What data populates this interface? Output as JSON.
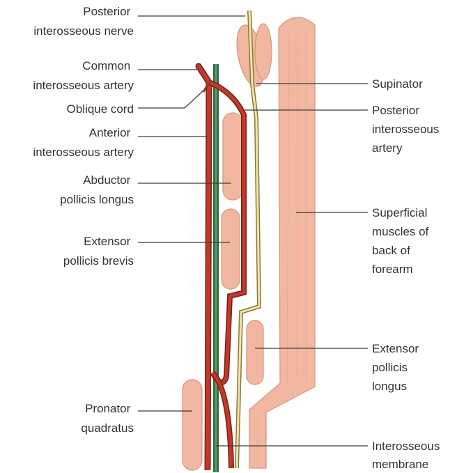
{
  "labels": {
    "posterior_interosseous_nerve": [
      "Posterior",
      "interosseous nerve"
    ],
    "common_interosseous_artery": [
      "Common",
      "interosseous artery"
    ],
    "oblique_cord": [
      "Oblique cord"
    ],
    "anterior_interosseous_artery": [
      "Anterior",
      "interosseous artery"
    ],
    "abductor_pollicis_longus": [
      "Abductor",
      "pollicis longus"
    ],
    "extensor_pollicis_brevis": [
      "Extensor",
      "pollicis brevis"
    ],
    "pronator_quadratus": [
      "Pronator",
      "quadratus"
    ],
    "supinator": [
      "Supinator"
    ],
    "posterior_interosseous_artery": [
      "Posterior",
      "interosseous",
      "artery"
    ],
    "superficial_muscles": [
      "Superficial",
      "muscles of",
      "back of",
      "forearm"
    ],
    "extensor_pollicis_longus": [
      "Extensor",
      "pollicis",
      "longus"
    ],
    "interosseous_membrane": [
      "Interosseous",
      "membrane"
    ]
  },
  "colors": {
    "muscle": "#f2b7a0",
    "artery": "#c0392b",
    "membrane": "#3e7a4e",
    "nerve": "#e8d9a0"
  }
}
